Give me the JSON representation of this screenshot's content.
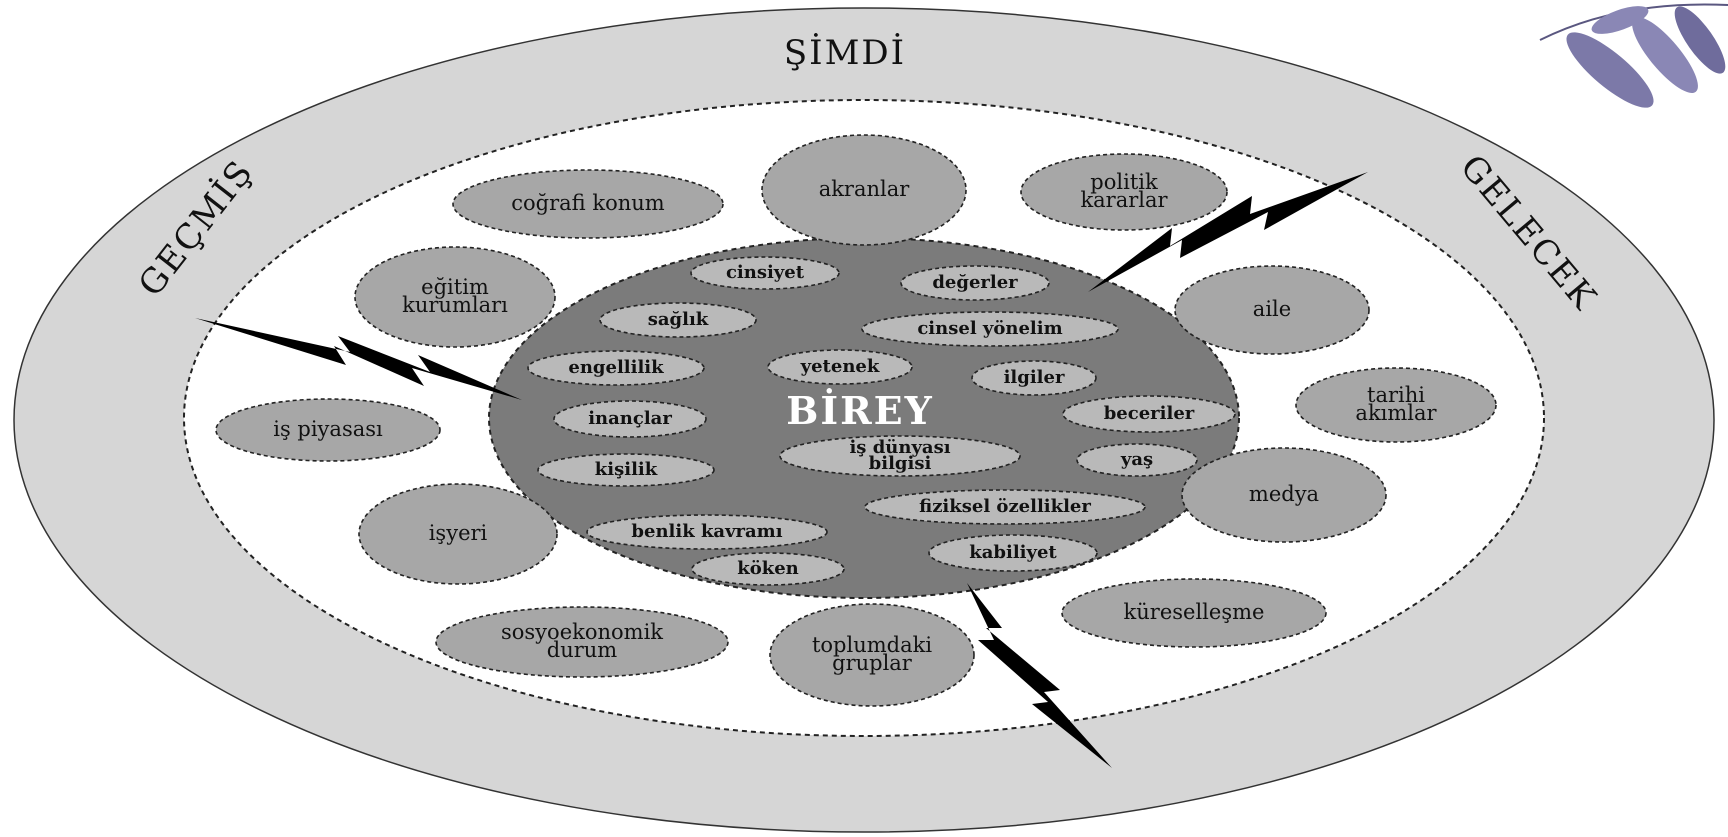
{
  "diagram": {
    "rings": {
      "past": "GEÇMİŞ",
      "present": "ŞİMDİ",
      "future": "GELECEK"
    },
    "center": "BİREY",
    "outer_nodes": [
      {
        "id": "akranlar",
        "lines": [
          "akranlar"
        ]
      },
      {
        "id": "politik-kararlar",
        "lines": [
          "politik",
          "kararlar"
        ]
      },
      {
        "id": "aile",
        "lines": [
          "aile"
        ]
      },
      {
        "id": "tarihi-akimlar",
        "lines": [
          "tarihi",
          "akımlar"
        ]
      },
      {
        "id": "medya",
        "lines": [
          "medya"
        ]
      },
      {
        "id": "kuresellesme",
        "lines": [
          "küreselleşme"
        ]
      },
      {
        "id": "toplumdaki-gruplar",
        "lines": [
          "toplumdaki",
          "gruplar"
        ]
      },
      {
        "id": "sosyoekonomik-durum",
        "lines": [
          "sosyoekonomik",
          "durum"
        ]
      },
      {
        "id": "isyeri",
        "lines": [
          "işyeri"
        ]
      },
      {
        "id": "is-piyasasi",
        "lines": [
          "iş piyasası"
        ]
      },
      {
        "id": "egitim-kurumlari",
        "lines": [
          "eğitim",
          "kurumları"
        ]
      },
      {
        "id": "cografi-konum",
        "lines": [
          "coğrafi konum"
        ]
      }
    ],
    "inner_nodes": [
      {
        "id": "cinsiyet",
        "lines": [
          "cinsiyet"
        ]
      },
      {
        "id": "degerler",
        "lines": [
          "değerler"
        ]
      },
      {
        "id": "saglik",
        "lines": [
          "sağlık"
        ]
      },
      {
        "id": "cinsel-yonelim",
        "lines": [
          "cinsel yönelim"
        ]
      },
      {
        "id": "engellilik",
        "lines": [
          "engellilik"
        ]
      },
      {
        "id": "yetenek",
        "lines": [
          "yetenek"
        ]
      },
      {
        "id": "ilgiler",
        "lines": [
          "ilgiler"
        ]
      },
      {
        "id": "inanclar",
        "lines": [
          "inançlar"
        ]
      },
      {
        "id": "beceriler",
        "lines": [
          "beceriler"
        ]
      },
      {
        "id": "is-dunyasi-bilgisi",
        "lines": [
          "iş dünyası",
          "bilgisi"
        ]
      },
      {
        "id": "yas",
        "lines": [
          "yaş"
        ]
      },
      {
        "id": "kisilik",
        "lines": [
          "kişilik"
        ]
      },
      {
        "id": "fiziksel-ozellikler",
        "lines": [
          "fiziksel özellikler"
        ]
      },
      {
        "id": "benlik-kavrami",
        "lines": [
          "benlik kavramı"
        ]
      },
      {
        "id": "kabiliyet",
        "lines": [
          "kabiliyet"
        ]
      },
      {
        "id": "koken",
        "lines": [
          "köken"
        ]
      }
    ],
    "colors": {
      "outer_ring": "#d6d6d6",
      "white_zone": "#ffffff",
      "center_disc": "#7b7b7b",
      "outer_node": "#a7a7a7",
      "inner_node": "#b9b9b9",
      "bolt": "#000000",
      "leaf": "#7c79a8"
    }
  }
}
